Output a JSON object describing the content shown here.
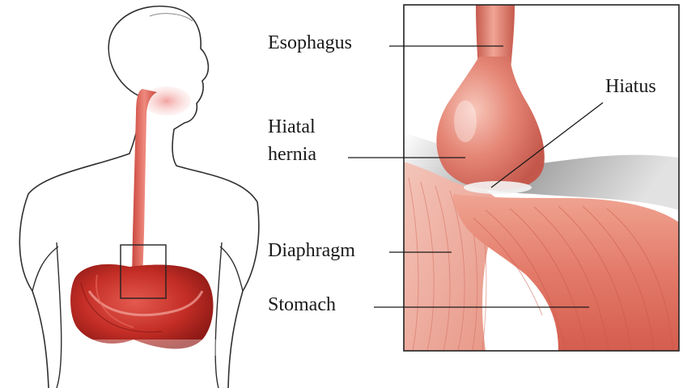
{
  "diagram": {
    "labels": {
      "esophagus": "Esophagus",
      "hiatal_hernia_line1": "Hiatal",
      "hiatal_hernia_line2": "hernia",
      "hiatus": "Hiatus",
      "diaphragm": "Diaphragm",
      "stomach": "Stomach"
    },
    "colors": {
      "tissue": "#d9675c",
      "tissue_dark": "#b8322b",
      "tissue_light": "#f2b6a8",
      "outline": "#333333",
      "diaphragm_gray": "#b5b5b5",
      "background": "#ffffff"
    }
  }
}
